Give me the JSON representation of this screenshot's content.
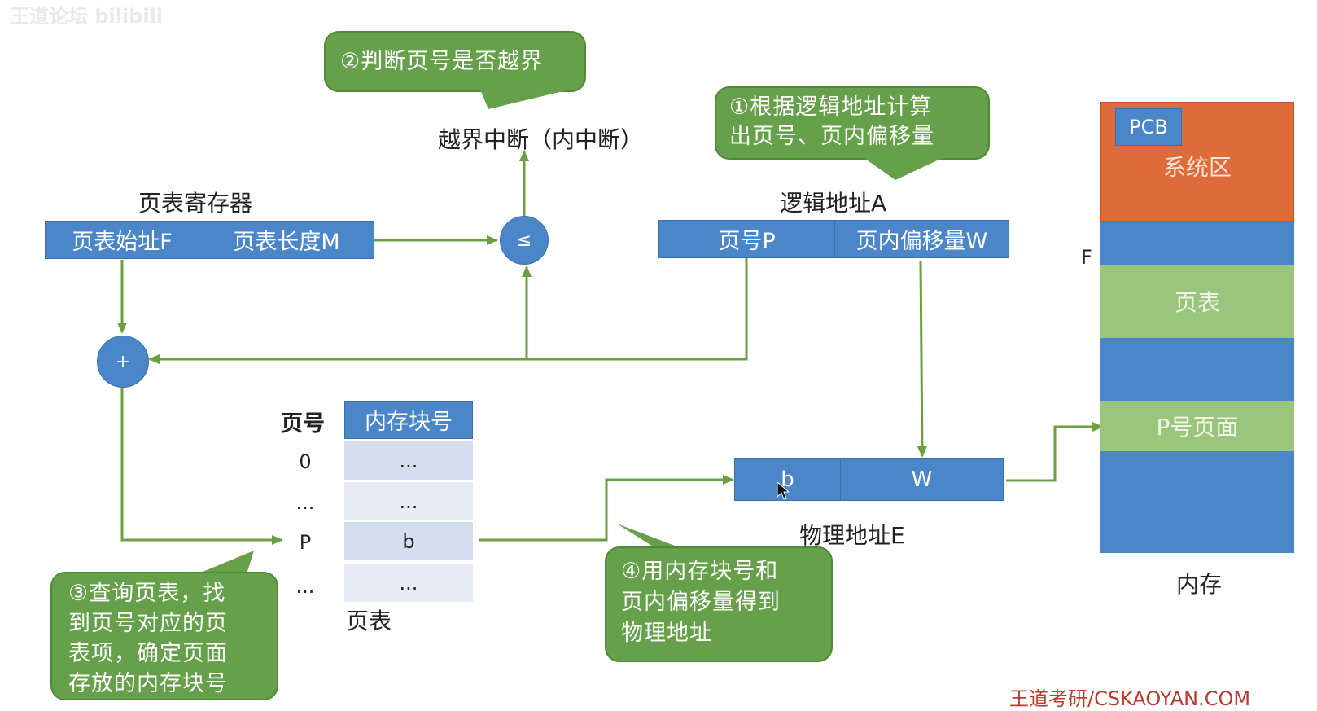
{
  "title_bubbles": {
    "step1": "①根据逻辑地址计算出页号、页内偏移量",
    "step1_line1": "①根据逻辑地址计算",
    "step1_line2": "出页号、页内偏移量",
    "step2": "②判断页号是否越界",
    "step3_lines": [
      "③查询页表，找",
      "到页号对应的页",
      "表项，确定页面",
      "存放的内存块号"
    ],
    "step4_lines": [
      "④用内存块号和",
      "页内偏移量得到",
      "物理地址"
    ]
  },
  "labels": {
    "out_of_bounds": "越界中断（内中断）",
    "page_table_register": "页表寄存器",
    "logical_address": "逻辑地址A",
    "physical_address": "物理地址E",
    "page_table": "页表",
    "memory": "内存",
    "page_number_col": "页号",
    "f_marker": "F"
  },
  "page_table_register": {
    "start_addr": "页表始址F",
    "length": "页表长度M"
  },
  "logical_addr_fields": {
    "page_num": "页号P",
    "offset": "页内偏移量W"
  },
  "physical_addr_fields": {
    "block": "b",
    "offset": "W"
  },
  "operators": {
    "compare": "≤",
    "add": "+"
  },
  "page_table": {
    "header": "内存块号",
    "rows": [
      {
        "index": "0",
        "value": "..."
      },
      {
        "index": "...",
        "value": "..."
      },
      {
        "index": "P",
        "value": "b"
      },
      {
        "index": "...",
        "value": "..."
      }
    ]
  },
  "memory_blocks": {
    "pcb": "PCB",
    "system_area": "系统区",
    "page_table": "页表",
    "p_page": "P号页面"
  },
  "watermark": {
    "bottom": "王道考研/CSKAOYAN.COM",
    "top": "王道论坛 bilibili"
  },
  "colors": {
    "blue": "#4a86c8",
    "green": "#66a04a",
    "light_green": "#9bc57c",
    "orange": "#e06b3a",
    "wire": "#6aa040"
  }
}
